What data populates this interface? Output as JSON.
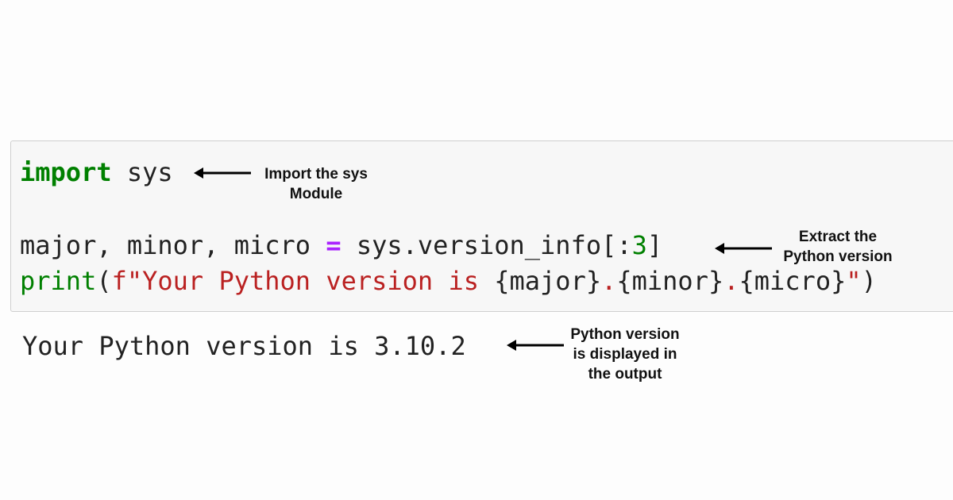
{
  "code": {
    "line1": {
      "keyword": "import",
      "rest": " sys"
    },
    "line2": {
      "lhs": "major, minor, micro ",
      "op": "=",
      "mid": " sys.version_info[:",
      "num": "3",
      "end": "]"
    },
    "line3": {
      "func": "print",
      "open": "(",
      "fprefix": "f\"Your Python version is ",
      "p1": "{major}",
      "dot1": ".",
      "p2": "{minor}",
      "dot2": ".",
      "p3": "{micro}",
      "fend": "\"",
      "close": ")"
    }
  },
  "output": {
    "text": "Your Python version is 3.10.2"
  },
  "annotations": {
    "import_note": [
      "Import the sys",
      "Module"
    ],
    "extract_note": [
      "Extract the",
      "Python version"
    ],
    "output_note": [
      "Python version",
      "is displayed in",
      "the output"
    ]
  },
  "colors": {
    "keyword": "#008000",
    "string": "#ba2121",
    "operator": "#aa22ff",
    "arrow": "#000000"
  },
  "icons": {
    "arrow": "left-arrow-icon"
  }
}
